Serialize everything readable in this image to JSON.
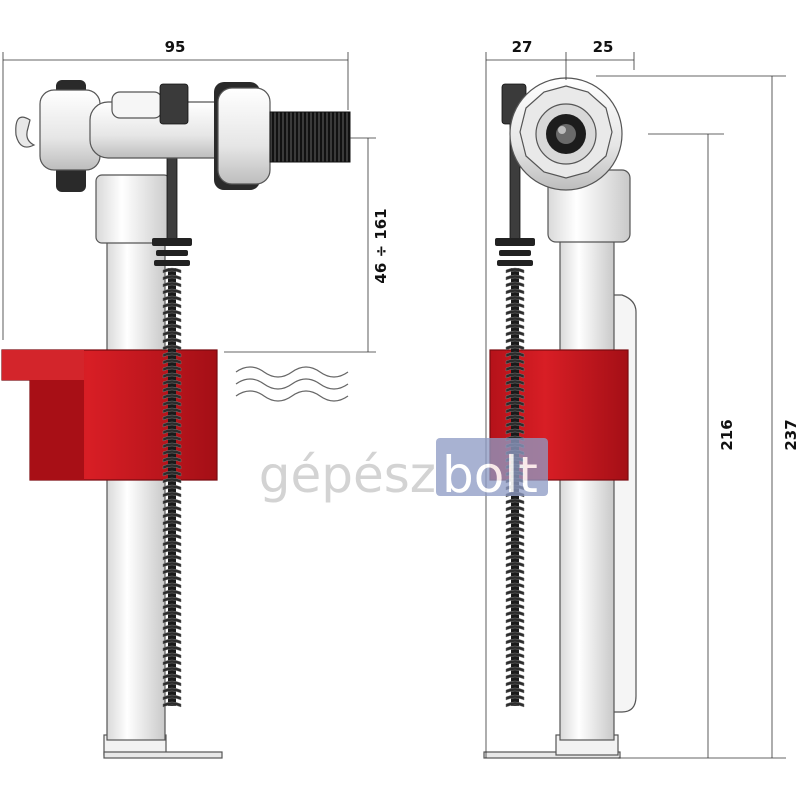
{
  "dimensions": {
    "overall_width": "95",
    "adjust_range": "46 ÷ 161",
    "side_left_width": "27",
    "side_right_width": "25",
    "inner_height": "216",
    "total_height": "237"
  },
  "watermark": {
    "part1": "gépész",
    "part2": "bolt"
  },
  "colors": {
    "float_red": "#c8161d",
    "float_red_dark": "#9a0f14",
    "tube_white": "#f4f4f4",
    "screw_dark": "#2a2a2a",
    "watermark_blue": "#8e9bc4"
  }
}
